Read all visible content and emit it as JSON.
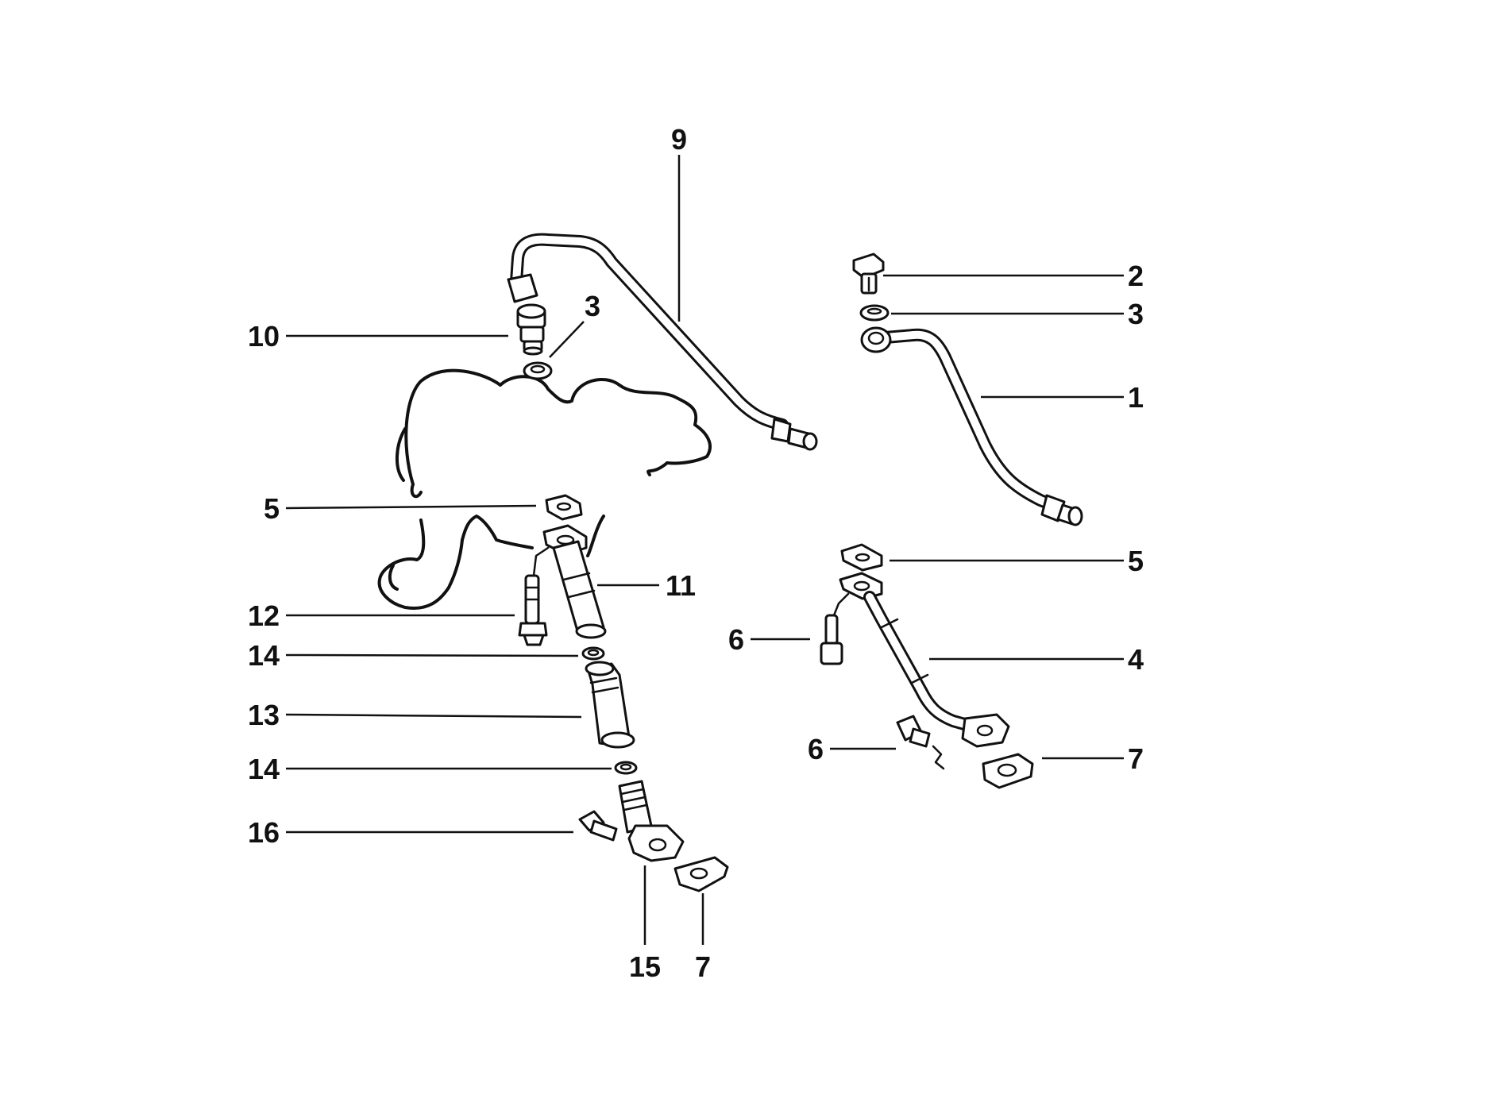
{
  "callouts": {
    "c1": "1",
    "c2": "2",
    "c3_right": "3",
    "c3_left": "3",
    "c4": "4",
    "c5_left": "5",
    "c5_right": "5",
    "c6_upper": "6",
    "c6_lower": "6",
    "c7_right": "7",
    "c7_bottom": "7",
    "c9": "9",
    "c10": "10",
    "c11": "11",
    "c12": "12",
    "c13": "13",
    "c14_upper": "14",
    "c14_lower": "14",
    "c15": "15",
    "c16": "16"
  },
  "colors": {
    "line": "#111111",
    "background": "#ffffff"
  }
}
